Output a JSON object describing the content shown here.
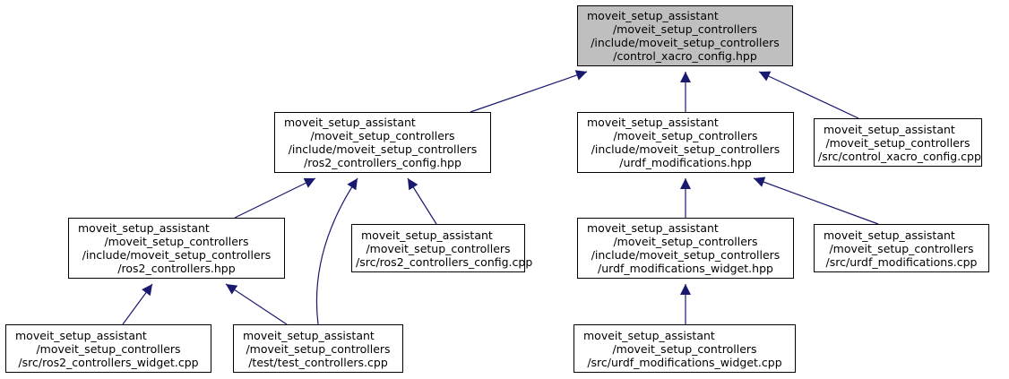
{
  "colors": {
    "edge": "#191970",
    "current_fill": "#bfbfbf",
    "node_fill": "#ffffff",
    "border": "#000000"
  },
  "nodes": [
    {
      "id": "control_xacro_config_hpp",
      "current": true,
      "lines": [
        "moveit_setup_assistant",
        "/moveit_setup_controllers",
        "/include/moveit_setup_controllers",
        "/control_xacro_config.hpp"
      ]
    },
    {
      "id": "ros2_controllers_config_hpp",
      "current": false,
      "lines": [
        "moveit_setup_assistant",
        "/moveit_setup_controllers",
        "/include/moveit_setup_controllers",
        "/ros2_controllers_config.hpp"
      ]
    },
    {
      "id": "urdf_modifications_hpp",
      "current": false,
      "lines": [
        "moveit_setup_assistant",
        "/moveit_setup_controllers",
        "/include/moveit_setup_controllers",
        "/urdf_modifications.hpp"
      ]
    },
    {
      "id": "control_xacro_config_cpp",
      "current": false,
      "lines": [
        "moveit_setup_assistant",
        "/moveit_setup_controllers",
        "/src/control_xacro_config.cpp"
      ]
    },
    {
      "id": "ros2_controllers_hpp",
      "current": false,
      "lines": [
        "moveit_setup_assistant",
        "/moveit_setup_controllers",
        "/include/moveit_setup_controllers",
        "/ros2_controllers.hpp"
      ]
    },
    {
      "id": "ros2_controllers_config_cpp",
      "current": false,
      "lines": [
        "moveit_setup_assistant",
        "/moveit_setup_controllers",
        "/src/ros2_controllers_config.cpp"
      ]
    },
    {
      "id": "urdf_modifications_widget_hpp",
      "current": false,
      "lines": [
        "moveit_setup_assistant",
        "/moveit_setup_controllers",
        "/include/moveit_setup_controllers",
        "/urdf_modifications_widget.hpp"
      ]
    },
    {
      "id": "urdf_modifications_cpp",
      "current": false,
      "lines": [
        "moveit_setup_assistant",
        "/moveit_setup_controllers",
        "/src/urdf_modifications.cpp"
      ]
    },
    {
      "id": "ros2_controllers_widget_cpp",
      "current": false,
      "lines": [
        "moveit_setup_assistant",
        "/moveit_setup_controllers",
        "/src/ros2_controllers_widget.cpp"
      ]
    },
    {
      "id": "test_controllers_cpp",
      "current": false,
      "lines": [
        "moveit_setup_assistant",
        "/moveit_setup_controllers",
        "/test/test_controllers.cpp"
      ]
    },
    {
      "id": "urdf_modifications_widget_cpp",
      "current": false,
      "lines": [
        "moveit_setup_assistant",
        "/moveit_setup_controllers",
        "/src/urdf_modifications_widget.cpp"
      ]
    }
  ],
  "edges": [
    {
      "from": "ros2_controllers_config_hpp",
      "to": "control_xacro_config_hpp"
    },
    {
      "from": "urdf_modifications_hpp",
      "to": "control_xacro_config_hpp"
    },
    {
      "from": "control_xacro_config_cpp",
      "to": "control_xacro_config_hpp"
    },
    {
      "from": "ros2_controllers_hpp",
      "to": "ros2_controllers_config_hpp"
    },
    {
      "from": "test_controllers_cpp",
      "to": "ros2_controllers_config_hpp"
    },
    {
      "from": "ros2_controllers_config_cpp",
      "to": "ros2_controllers_config_hpp"
    },
    {
      "from": "urdf_modifications_widget_hpp",
      "to": "urdf_modifications_hpp"
    },
    {
      "from": "urdf_modifications_cpp",
      "to": "urdf_modifications_hpp"
    },
    {
      "from": "ros2_controllers_widget_cpp",
      "to": "ros2_controllers_hpp"
    },
    {
      "from": "test_controllers_cpp",
      "to": "ros2_controllers_hpp"
    },
    {
      "from": "urdf_modifications_widget_cpp",
      "to": "urdf_modifications_widget_hpp"
    }
  ]
}
